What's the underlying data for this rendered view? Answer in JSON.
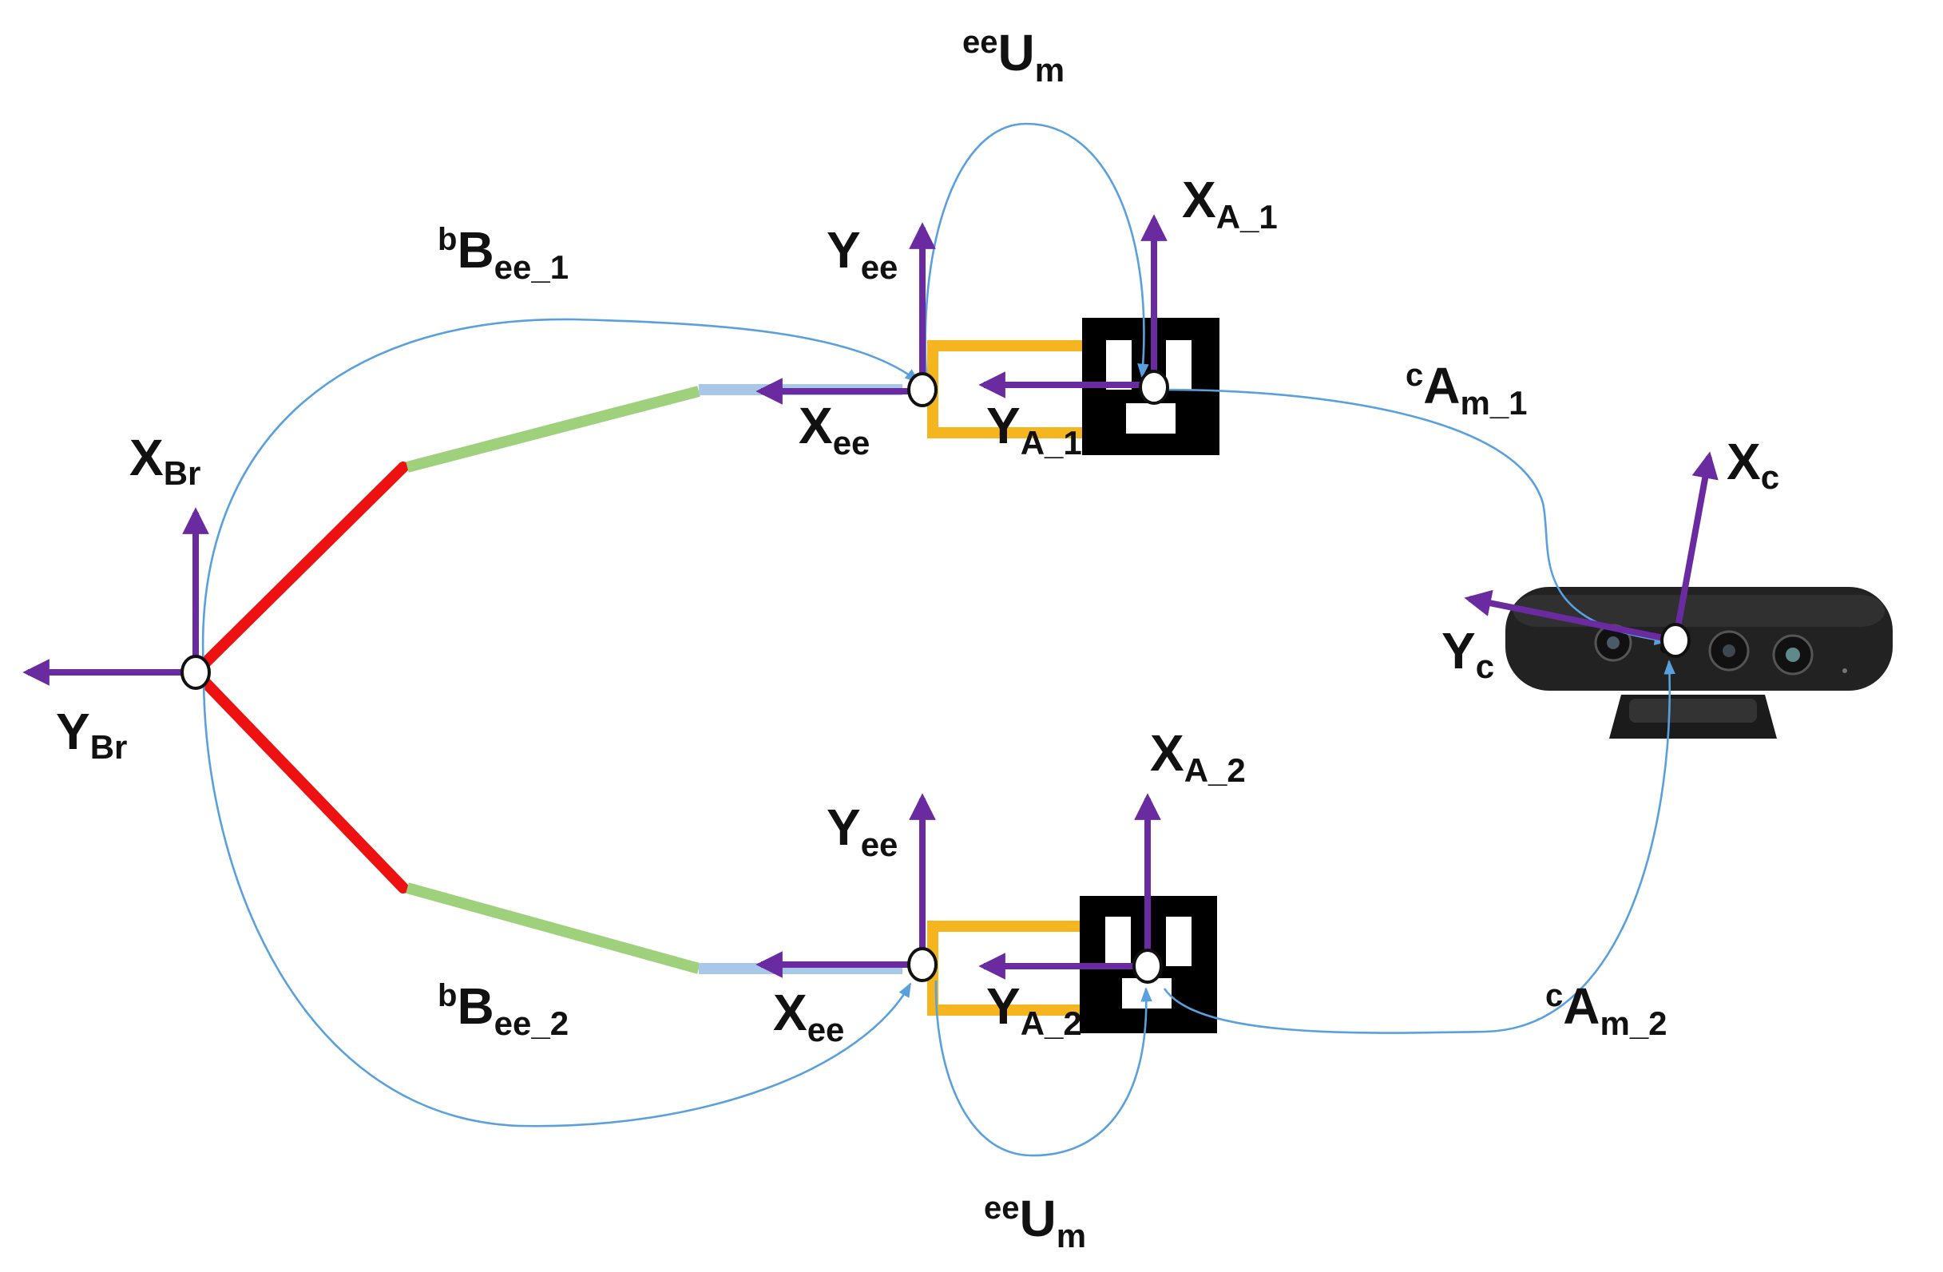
{
  "colors": {
    "axis": "#6a2ba0",
    "transform_curve": "#5aa0dc",
    "link_red": "#ee1111",
    "link_green": "#9fd07c",
    "link_blue": "#a9c8e8",
    "gripper": "#f5b51e",
    "marker": "#000000"
  },
  "labels": {
    "x_br": {
      "base": "X",
      "sub": "Br"
    },
    "y_br": {
      "base": "Y",
      "sub": "Br"
    },
    "b_ee_1": {
      "sup": "b",
      "base": "B",
      "sub": "ee_1"
    },
    "b_ee_2": {
      "sup": "b",
      "base": "B",
      "sub": "ee_2"
    },
    "y_ee_top": {
      "base": "Y",
      "sub": "ee"
    },
    "x_ee_top": {
      "base": "X",
      "sub": "ee"
    },
    "y_ee_bottom": {
      "base": "Y",
      "sub": "ee"
    },
    "x_ee_bottom": {
      "base": "X",
      "sub": "ee"
    },
    "x_a_1": {
      "base": "X",
      "sub": "A_1"
    },
    "y_a_1": {
      "base": "Y",
      "sub": "A_1"
    },
    "x_a_2": {
      "base": "X",
      "sub": "A_2"
    },
    "y_a_2": {
      "base": "Y",
      "sub": "A_2"
    },
    "ee_u_m_top": {
      "sup": "ee",
      "base": "U",
      "sub": "m"
    },
    "ee_u_m_bottom": {
      "sup": "ee",
      "base": "U",
      "sub": "m"
    },
    "c_a_m_1": {
      "sup": "c",
      "base": "A",
      "sub": "m_1"
    },
    "c_a_m_2": {
      "sup": "c",
      "base": "A",
      "sub": "m_2"
    },
    "x_c": {
      "base": "X",
      "sub": "c"
    },
    "y_c": {
      "base": "Y",
      "sub": "c"
    }
  }
}
